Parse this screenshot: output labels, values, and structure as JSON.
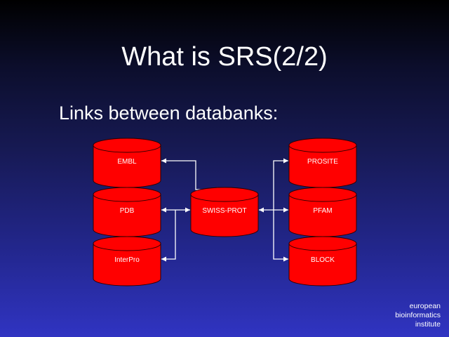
{
  "slide": {
    "title": "What is SRS(2/2)",
    "subtitle": "Links between databanks:"
  },
  "diagram": {
    "colors": {
      "cylinder_fill": "#ff0000",
      "cylinder_stroke": "#300000",
      "connector": "#ffffff"
    },
    "databanks": [
      {
        "id": "embl",
        "label": "EMBL",
        "group": "left",
        "row": 0
      },
      {
        "id": "pdb",
        "label": "PDB",
        "group": "left",
        "row": 1
      },
      {
        "id": "interpro",
        "label": "InterPro",
        "group": "left",
        "row": 2
      },
      {
        "id": "swissprot",
        "label": "SWISS-PROT",
        "group": "center",
        "row": 1
      },
      {
        "id": "prosite",
        "label": "PROSITE",
        "group": "right",
        "row": 0
      },
      {
        "id": "pfam",
        "label": "PFAM",
        "group": "right",
        "row": 1
      },
      {
        "id": "block",
        "label": "BLOCK",
        "group": "right",
        "row": 2
      }
    ],
    "links": [
      {
        "from": "swissprot",
        "to": "embl",
        "bidirectional": true
      },
      {
        "from": "swissprot",
        "to": "pdb",
        "bidirectional": true
      },
      {
        "from": "swissprot",
        "to": "interpro",
        "bidirectional": false
      },
      {
        "from": "swissprot",
        "to": "prosite",
        "bidirectional": false
      },
      {
        "from": "swissprot",
        "to": "pfam",
        "bidirectional": true
      },
      {
        "from": "swissprot",
        "to": "block",
        "bidirectional": false
      }
    ]
  },
  "logo": {
    "lines": [
      "european",
      "bioinformatics",
      "institute"
    ]
  }
}
